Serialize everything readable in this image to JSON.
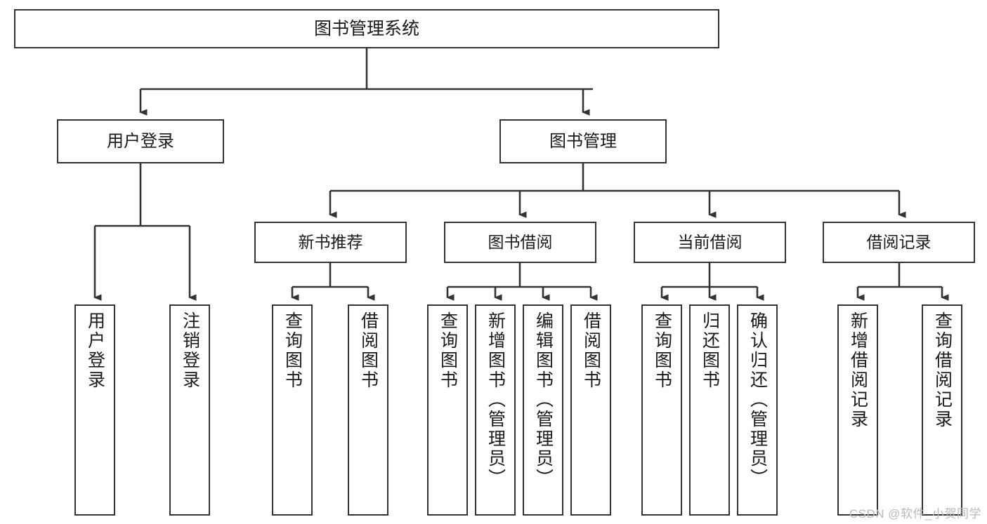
{
  "diagram": {
    "type": "tree-hierarchy-chart",
    "title": "图书管理系统",
    "orientation": "top-down",
    "colors": {
      "node_border": "#333333",
      "node_fill": "#ffffff",
      "edge": "#333333",
      "text": "#1a1a1a",
      "watermark": "#b9b9b9",
      "background": "#ffffff"
    },
    "levels": [
      {
        "level": 1,
        "nodes": [
          {
            "id": "root",
            "label": "图书管理系统",
            "orientation": "horizontal"
          }
        ]
      },
      {
        "level": 2,
        "nodes": [
          {
            "id": "login",
            "label": "用户登录",
            "orientation": "horizontal",
            "parent": "root"
          },
          {
            "id": "bookmgmt",
            "label": "图书管理",
            "orientation": "horizontal",
            "parent": "root"
          }
        ]
      },
      {
        "level": 3,
        "nodes": [
          {
            "id": "newbook",
            "label": "新书推荐",
            "orientation": "horizontal",
            "parent": "bookmgmt"
          },
          {
            "id": "borrow",
            "label": "图书借阅",
            "orientation": "horizontal",
            "parent": "bookmgmt"
          },
          {
            "id": "current",
            "label": "当前借阅",
            "orientation": "horizontal",
            "parent": "bookmgmt"
          },
          {
            "id": "record",
            "label": "借阅记录",
            "orientation": "horizontal",
            "parent": "bookmgmt"
          }
        ]
      },
      {
        "level": 4,
        "nodes": [
          {
            "id": "leaf-user-login",
            "label": "用户登录",
            "orientation": "vertical",
            "parent": "login"
          },
          {
            "id": "leaf-user-logout",
            "label": "注销登录",
            "orientation": "vertical",
            "parent": "login"
          },
          {
            "id": "leaf-query-book-1",
            "label": "查询图书",
            "orientation": "vertical",
            "parent": "newbook"
          },
          {
            "id": "leaf-borrow-book-1",
            "label": "借阅图书",
            "orientation": "vertical",
            "parent": "newbook"
          },
          {
            "id": "leaf-query-book-2",
            "label": "查询图书",
            "orientation": "vertical",
            "parent": "borrow"
          },
          {
            "id": "leaf-add-book",
            "label": "新增图书（管理员）",
            "orientation": "vertical",
            "parent": "borrow"
          },
          {
            "id": "leaf-edit-book",
            "label": "编辑图书（管理员）",
            "orientation": "vertical",
            "parent": "borrow"
          },
          {
            "id": "leaf-borrow-book-2",
            "label": "借阅图书",
            "orientation": "vertical",
            "parent": "borrow"
          },
          {
            "id": "leaf-query-book-3",
            "label": "查询图书",
            "orientation": "vertical",
            "parent": "current"
          },
          {
            "id": "leaf-return-book",
            "label": "归还图书",
            "orientation": "vertical",
            "parent": "current"
          },
          {
            "id": "leaf-confirm-return",
            "label": "确认归还（管理员）",
            "orientation": "vertical",
            "parent": "current"
          },
          {
            "id": "leaf-add-record",
            "label": "新增借阅记录",
            "orientation": "vertical",
            "parent": "record"
          },
          {
            "id": "leaf-query-record",
            "label": "查询借阅记录",
            "orientation": "vertical",
            "parent": "record"
          }
        ]
      }
    ]
  },
  "watermark": {
    "text": "CSDN @软件_小贺同学"
  }
}
